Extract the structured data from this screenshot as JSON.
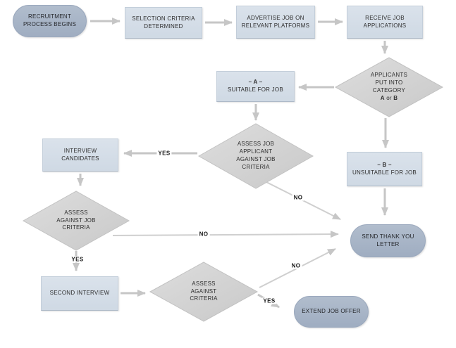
{
  "flowchart": {
    "title": "Recruitment process flowchart",
    "nodes": {
      "start": {
        "label": "RECRUITMENT\nPROCESS BEGINS"
      },
      "criteria": {
        "label": "SELECTION CRITERIA\nDETERMINED"
      },
      "advertise": {
        "label": "ADVERTISE JOB ON\nRELEVANT PLATFORMS"
      },
      "receive": {
        "label": "RECEIVE JOB\nAPPLICATIONS"
      },
      "categorize": {
        "lines": "APPLICANTS\nPUT INTO\nCATEGORY",
        "a": "A",
        "or": " or ",
        "b": "B"
      },
      "suitable": {
        "title": "– A –",
        "label": "SUITABLE FOR JOB"
      },
      "assess_applicant": {
        "label": "ASSESS JOB\nAPPLICANT\nAGAINST JOB\nCRITERIA"
      },
      "interview": {
        "label": "INTERVIEW\nCANDIDATES"
      },
      "unsuitable": {
        "title": "– B –",
        "label": "UNSUITABLE FOR JOB"
      },
      "assess_job": {
        "label": "ASSESS\nAGAINST JOB\nCRITERIA"
      },
      "thankyou": {
        "label": "SEND THANK YOU\nLETTER"
      },
      "second_interview": {
        "label": "SECOND INTERVIEW"
      },
      "assess_criteria": {
        "label": "ASSESS\nAGAINST\nCRITERIA"
      },
      "offer": {
        "label": "EXTEND JOB OFFER"
      }
    },
    "edge_labels": {
      "yes_interview": "YES",
      "no_applicant": "NO",
      "no_assess_job": "NO",
      "yes_second": "YES",
      "no_assess_criteria": "NO",
      "yes_offer": "YES"
    },
    "colors": {
      "rect_fill": "#d6dfe9",
      "stadium_fill": "#a9b6c9",
      "diamond_fill": "#d4d4d4",
      "arrow": "#c9c9c9"
    }
  }
}
